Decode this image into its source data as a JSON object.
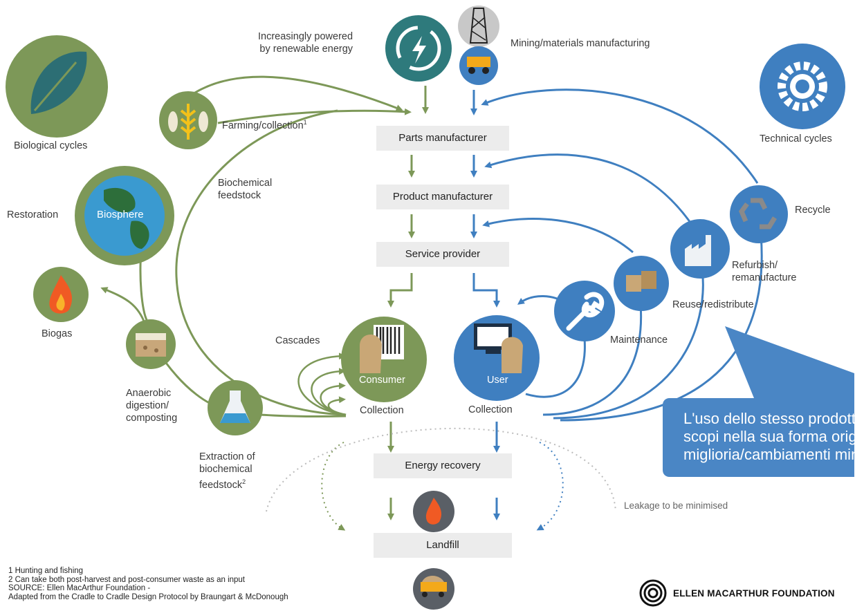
{
  "labels": {
    "renewable": "Increasingly powered\nby renewable energy",
    "mining": "Mining/materials manufacturing",
    "biological_cycles": "Biological cycles",
    "technical_cycles": "Technical cycles",
    "farming": "Farming/collection",
    "farming_sup": "1",
    "biochemical_feedstock": "Biochemical\nfeedstock",
    "restoration": "Restoration",
    "biosphere": "Biosphere",
    "biogas": "Biogas",
    "cascades": "Cascades",
    "anaerobic": "Anaerobic\ndigestion/\ncomposting",
    "extraction": "Extraction of\nbiochemical\nfeedstock",
    "extraction_sup": "2",
    "consumer": "Consumer",
    "user": "User",
    "collection_left": "Collection",
    "collection_right": "Collection",
    "recycle": "Recycle",
    "refurbish": "Refurbish/\nremanufacture",
    "reuse": "Reuse/redistribute",
    "maintenance": "Maintenance",
    "leakage": "Leakage to be minimised"
  },
  "boxes": {
    "parts": "Parts manufacturer",
    "product": "Product manufacturer",
    "service": "Service provider",
    "energy": "Energy recovery",
    "landfill": "Landfill"
  },
  "callout": "L'uso dello stesso prodotto per altri\nscopi nella sua forma originale o con\nmiglioria/cambiamenti minimi",
  "footnotes": "1 Hunting and fishing\n2 Can take both post-harvest and post-consumer waste as an input\nSOURCE: Ellen MacArthur Foundation -\nAdapted from the Cradle to Cradle Design Protocol by Braungart & McDonough",
  "logo_text": "ELLEN MACARTHUR FOUNDATION",
  "colors": {
    "bio_green": "#7d9858",
    "bio_green_dark": "#5f7a44",
    "tech_blue": "#3f7fc0",
    "callout_blue": "#4a86c5",
    "box_gray": "#ececec"
  }
}
